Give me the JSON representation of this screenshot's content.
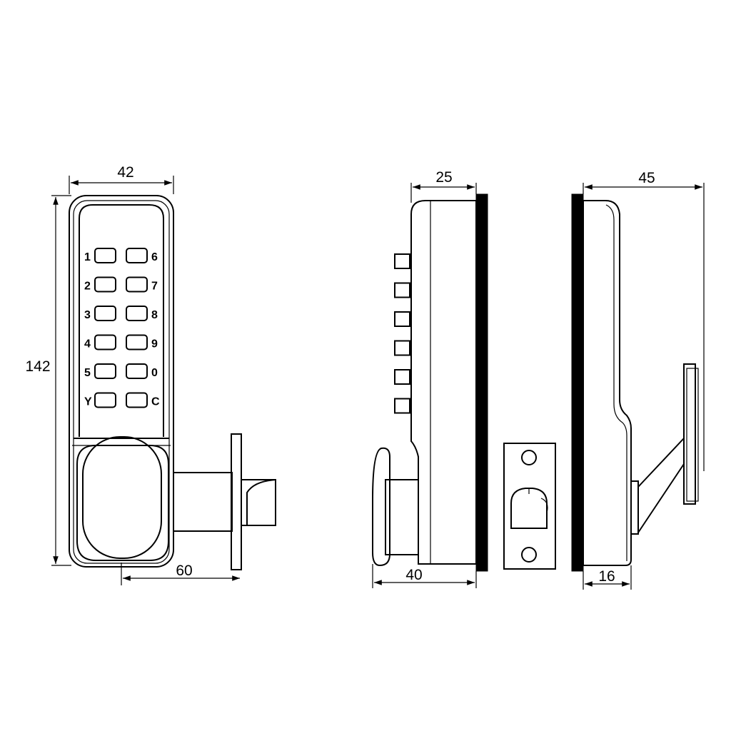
{
  "dimensions": {
    "front_width": "42",
    "front_height": "142",
    "front_backset": "60",
    "side_body_depth": "25",
    "side_total_depth": "40",
    "rear_handle_reach": "45",
    "rear_body_depth": "16"
  },
  "keypad": {
    "left_column": [
      "1",
      "2",
      "3",
      "4",
      "5",
      "Y"
    ],
    "right_column": [
      "6",
      "7",
      "8",
      "9",
      "0",
      "C"
    ]
  },
  "colors": {
    "line": "#000000",
    "background": "#ffffff"
  }
}
